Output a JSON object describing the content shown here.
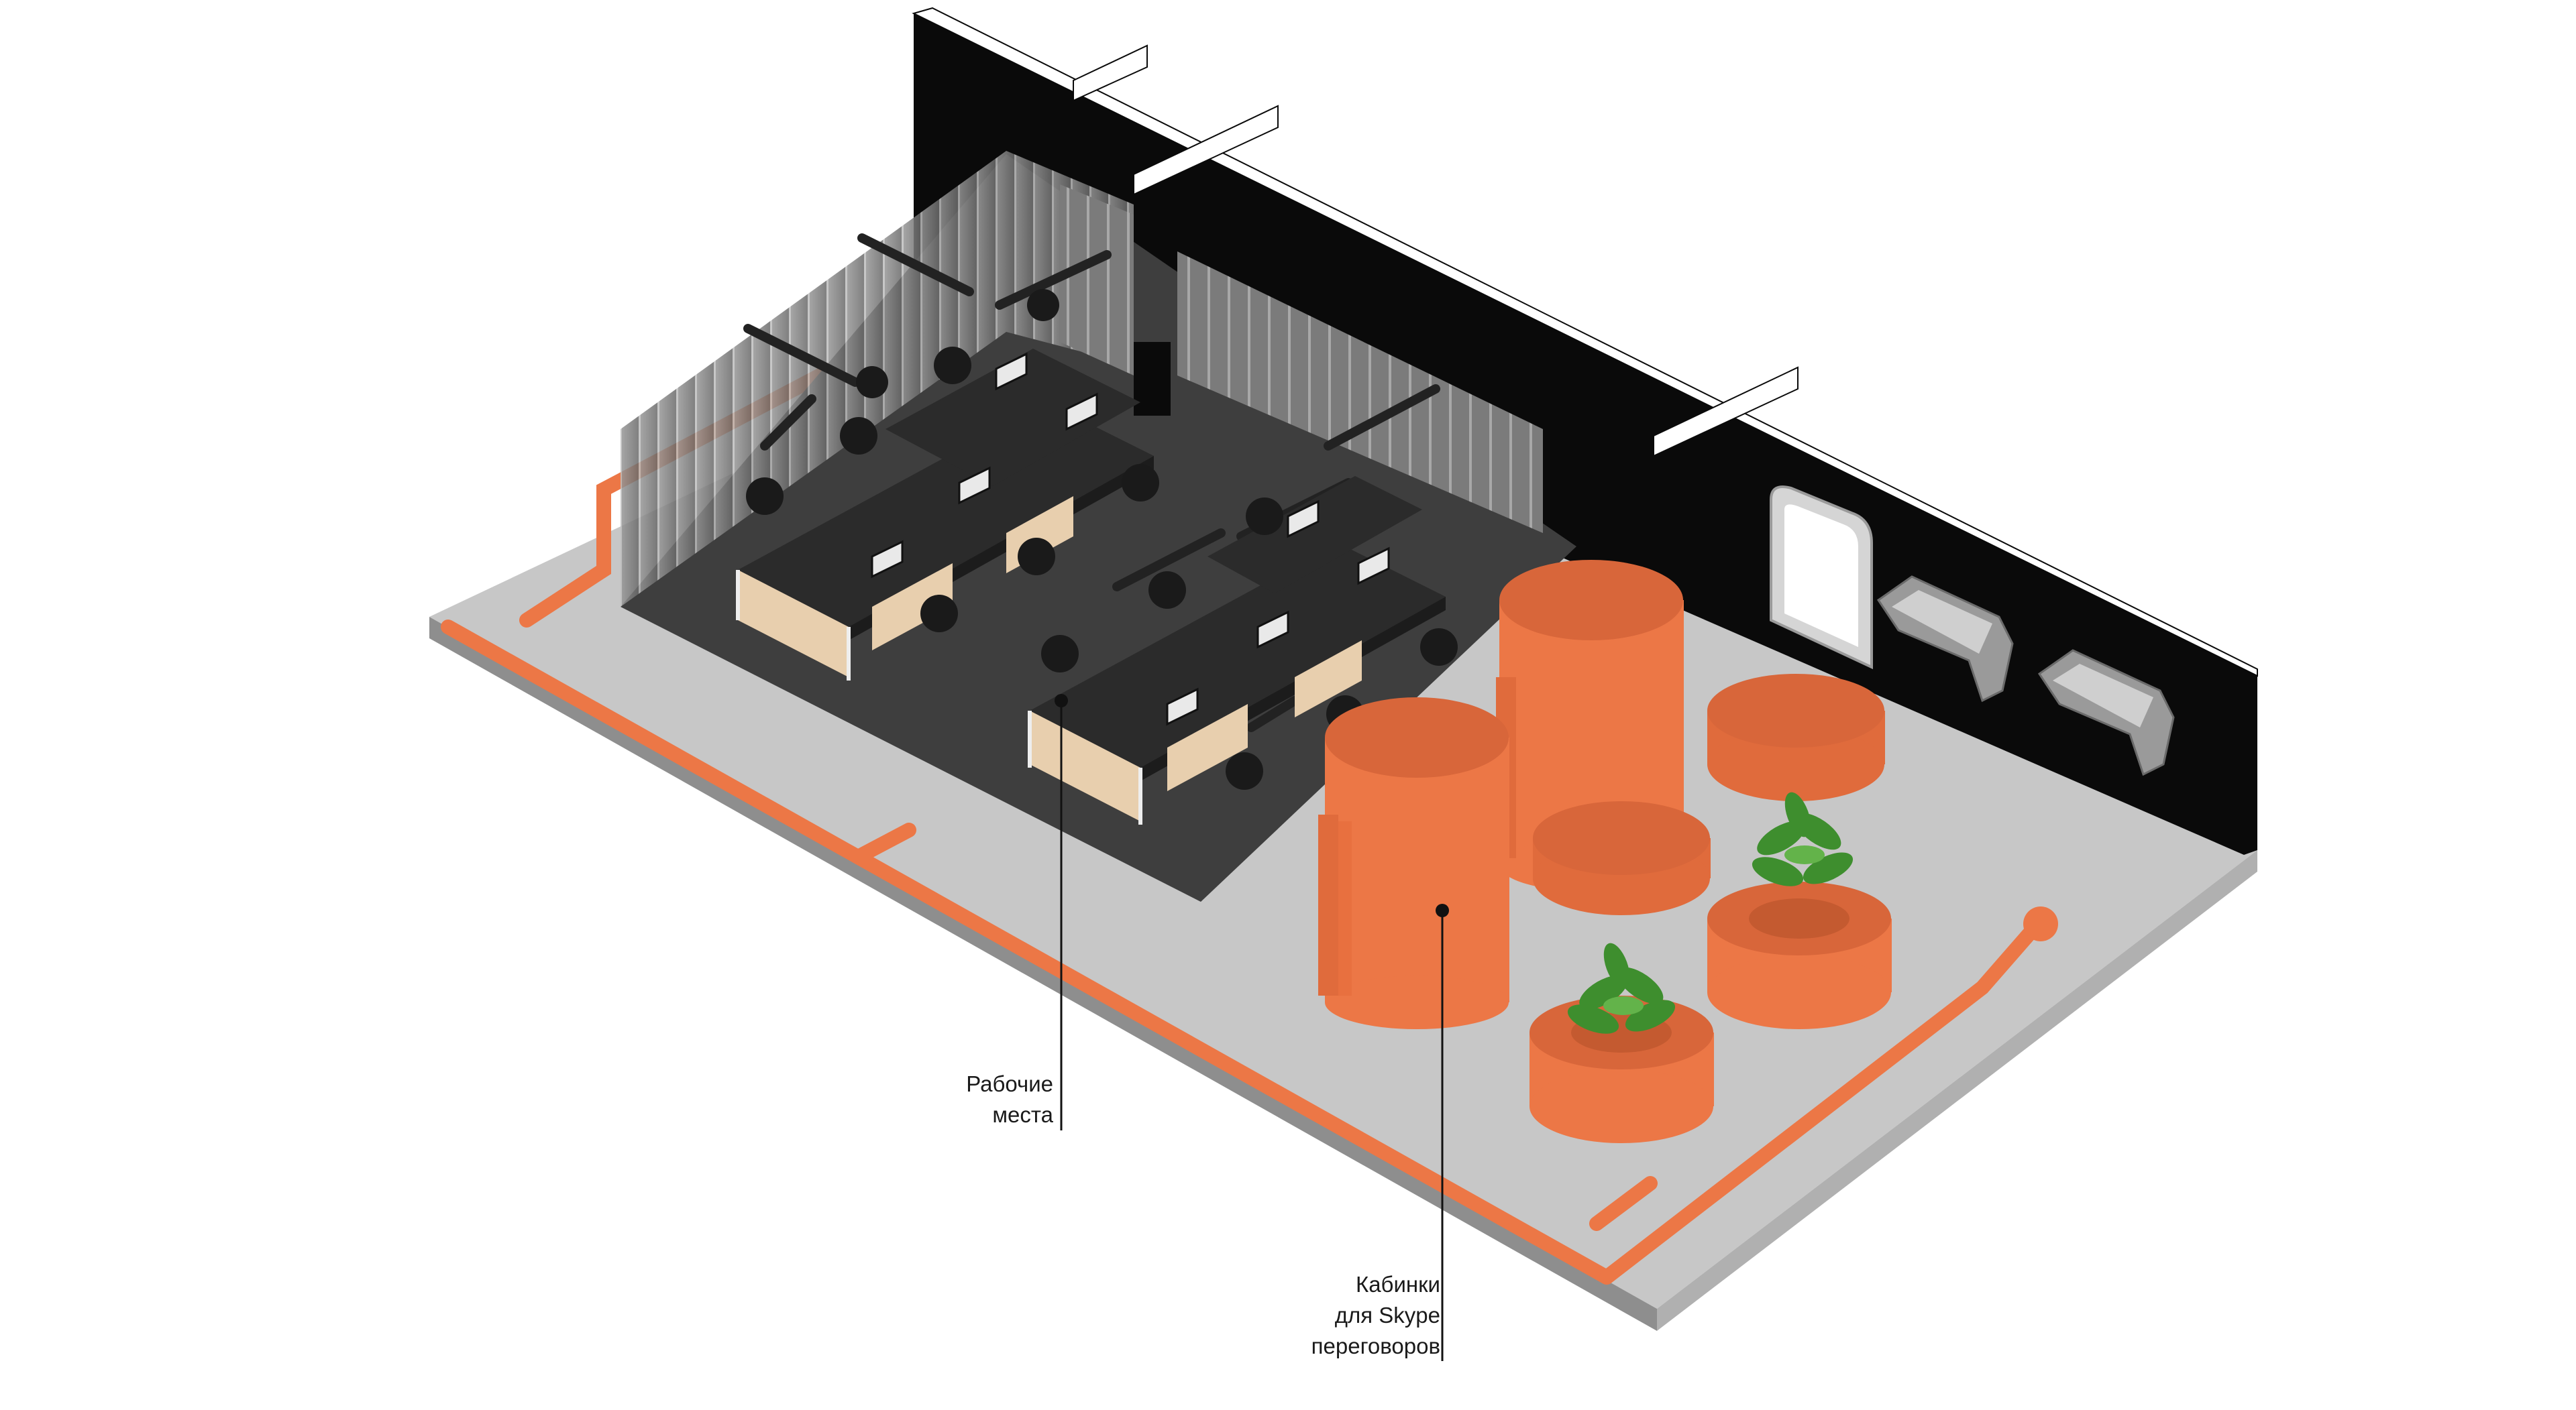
{
  "labels": {
    "workplaces": {
      "line1": "Рабочие",
      "line2": "места"
    },
    "skype": {
      "line1": "Кабинки",
      "line2": "для Skype",
      "line3": "переговоров"
    }
  },
  "colors": {
    "orange": "#EC7746",
    "orange_dark": "#D8663A",
    "floor_light": "#C9C9C9",
    "floor_dark": "#3E3E3E",
    "wall": "#0A0A0A",
    "glass": "#8C8C8C",
    "desk_wood": "#E8CFAE",
    "plant": "#3E8E2E"
  }
}
